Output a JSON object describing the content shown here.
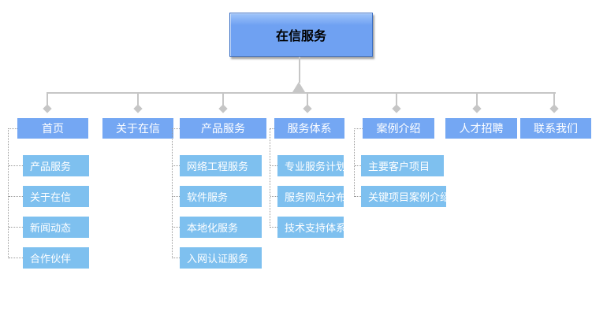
{
  "colors": {
    "root_box": "#6fa1f2",
    "branch_box": "#74a7f3",
    "child_box": "#7ec0ef",
    "connector": "#c6c6c6",
    "dotted": "#9a9a9a",
    "root_text": "#000000",
    "node_text": "#ffffff"
  },
  "tree": {
    "root": {
      "label": "在信服务"
    },
    "branches": [
      {
        "label": "首页",
        "children": [
          {
            "label": "产品服务"
          },
          {
            "label": "关于在信"
          },
          {
            "label": "新闻动态"
          },
          {
            "label": "合作伙伴"
          }
        ]
      },
      {
        "label": "关于在信",
        "children": []
      },
      {
        "label": "产品服务",
        "children": [
          {
            "label": "网络工程服务"
          },
          {
            "label": "软件服务"
          },
          {
            "label": "本地化服务"
          },
          {
            "label": "入网认证服务"
          }
        ]
      },
      {
        "label": "服务体系",
        "children": [
          {
            "label": "专业服务计划"
          },
          {
            "label": "服务网点分布"
          },
          {
            "label": "技术支持体系"
          }
        ]
      },
      {
        "label": "案例介绍",
        "children": [
          {
            "label": "主要客户项目"
          },
          {
            "label": "关键项目案例介绍"
          }
        ]
      },
      {
        "label": "人才招聘",
        "children": []
      },
      {
        "label": "联系我们",
        "children": []
      }
    ]
  }
}
